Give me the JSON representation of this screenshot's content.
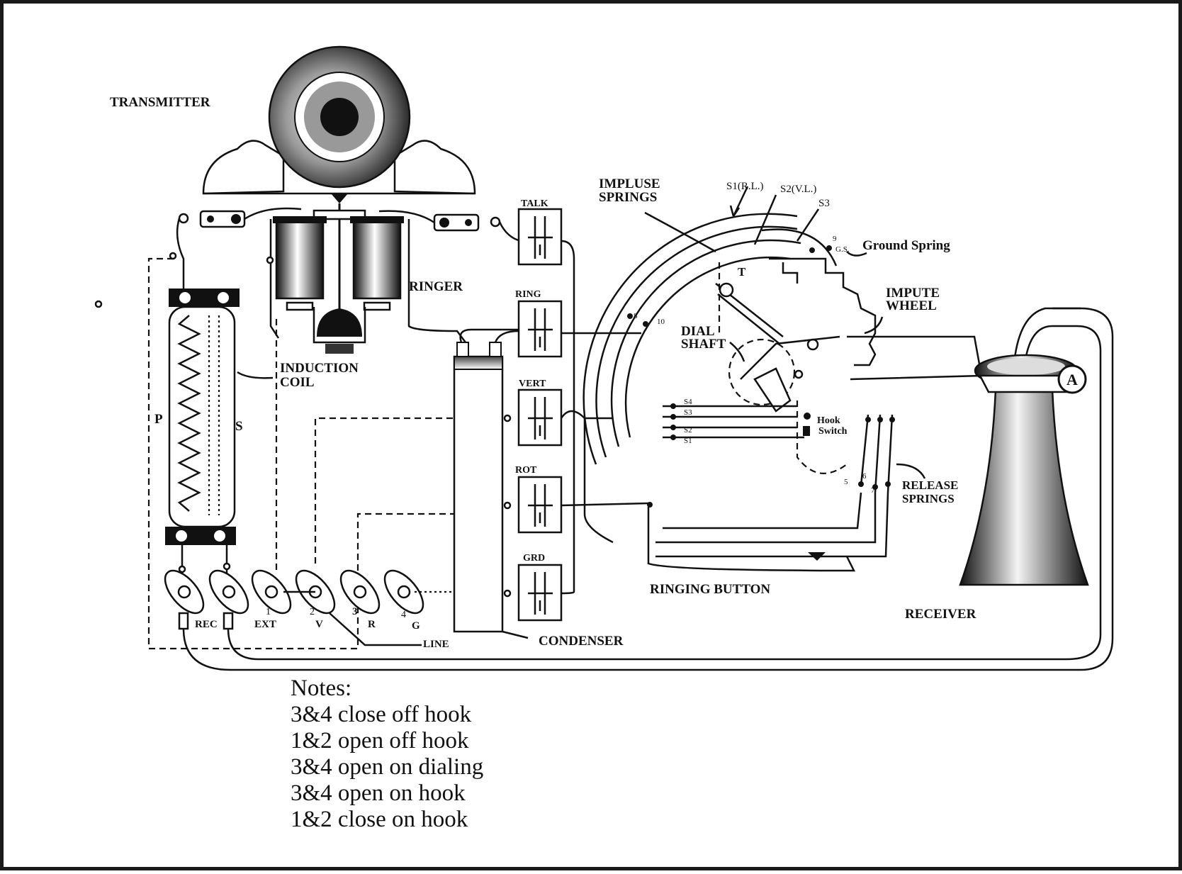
{
  "labels": {
    "transmitter": "TRANSMITTER",
    "ringer": "RINGER",
    "induction_coil_1": "INDUCTION",
    "induction_coil_2": "COIL",
    "primary": "P",
    "secondary": "S",
    "talk": "TALK",
    "ring": "RING",
    "vert": "VERT",
    "rot": "ROT",
    "grd": "GRD",
    "condenser": "CONDENSER",
    "impulse_springs_1": "IMPLUSE",
    "impulse_springs_2": "SPRINGS",
    "s1": "S1(R.L.)",
    "s2": "S2(V.L.)",
    "s3": "S3",
    "gs_num": "9",
    "gs": "G.S.",
    "ground_spring": "Ground Spring",
    "t": "T",
    "impute_wheel_1": "IMPUTE",
    "impute_wheel_2": "WHEEL",
    "dial_shaft_1": "DIAL",
    "dial_shaft_2": "SHAFT",
    "n8": "8",
    "n10": "10",
    "hook_switch_1": "Hook",
    "hook_switch_2": "Switch",
    "sp_s4": "S4",
    "sp_s3": "S3",
    "sp_s2": "S2",
    "sp_s1": "S1",
    "n5": "5",
    "n6": "6",
    "n7": "7",
    "release_springs_1": "RELEASE",
    "release_springs_2": "SPRINGS",
    "ringing_button": "RINGING BUTTON",
    "receiver": "RECEIVER",
    "a": "A",
    "rec": "REC",
    "t1": "1",
    "ext": "EXT",
    "t2": "2",
    "v": "V",
    "t3": "3",
    "r": "R",
    "t4": "4",
    "g": "G",
    "line": "LINE"
  },
  "notes": {
    "title": "Notes:",
    "lines": [
      "3&4 close off hook",
      "1&2 open off hook",
      "3&4 open on dialing",
      "3&4 open on hook",
      "1&2 close on hook"
    ]
  }
}
